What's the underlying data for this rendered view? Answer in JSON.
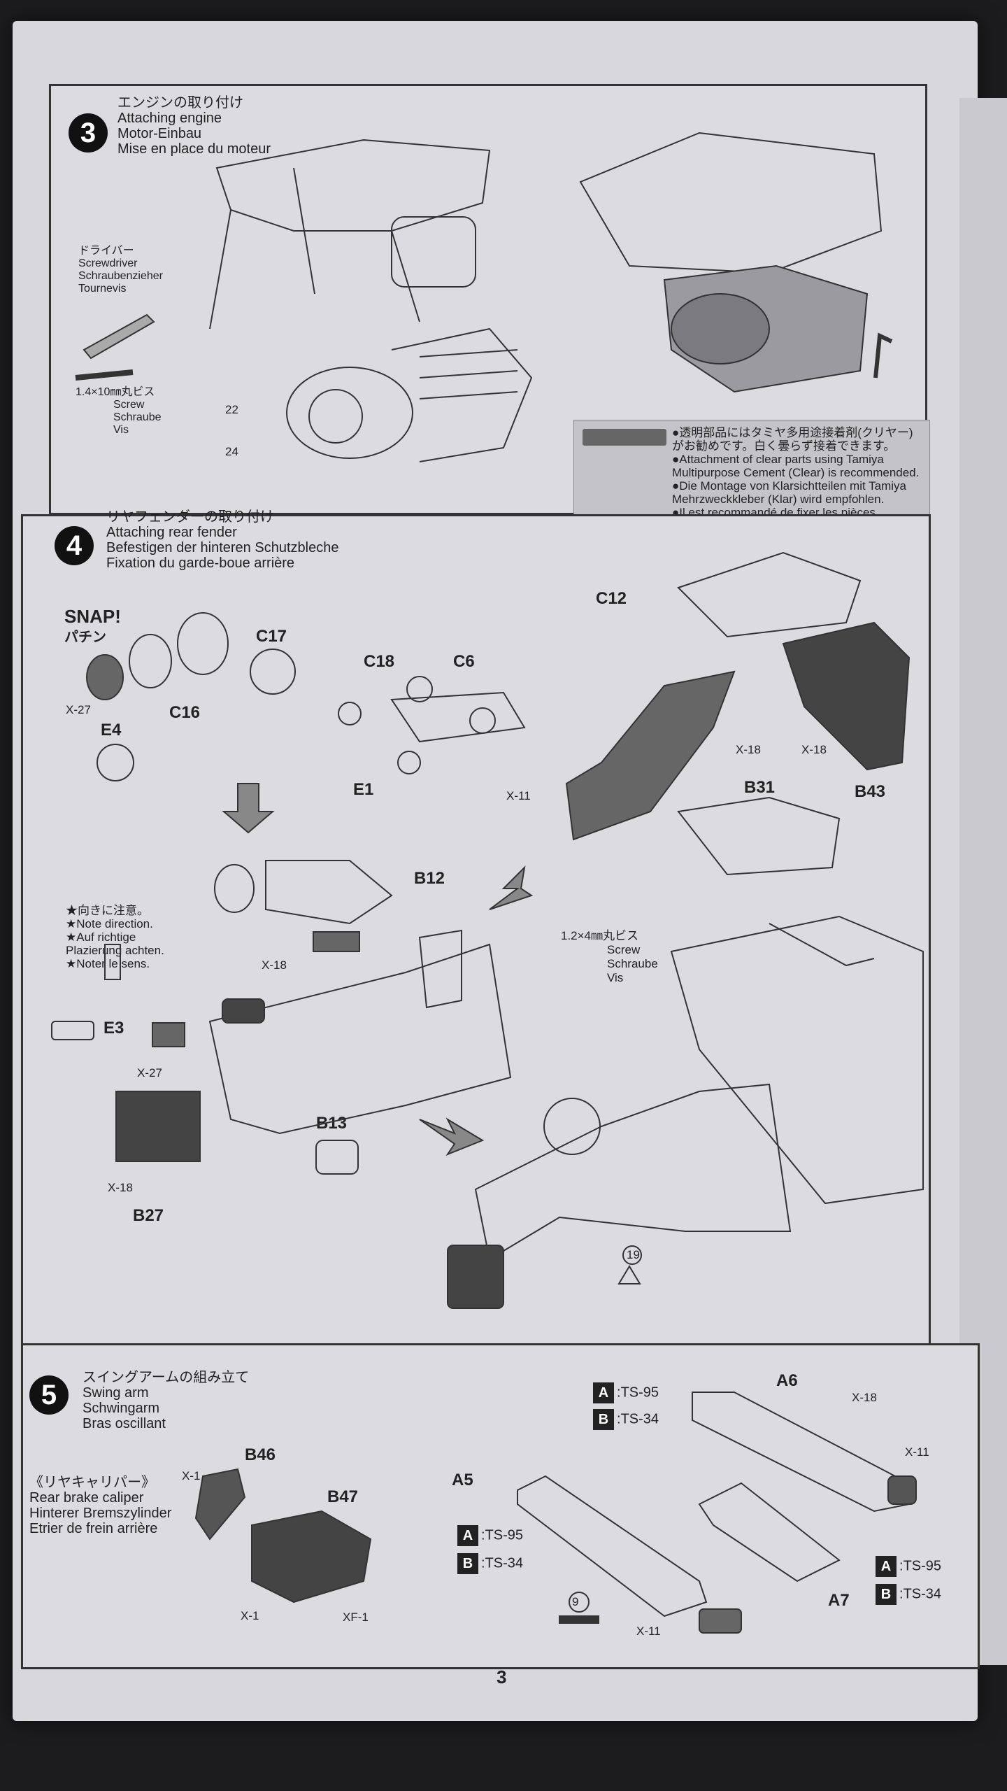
{
  "page_number": "3",
  "step3": {
    "number": "3",
    "title_jp": "エンジンの取り付け",
    "title_en": "Attaching engine",
    "title_de": "Motor-Einbau",
    "title_fr": "Mise en place du moteur",
    "tool_jp": "ドライバー",
    "tool_en": "Screwdriver",
    "tool_de": "Schraubenzieher",
    "tool_fr": "Tournevis",
    "screw_size": "1.4×10㎜丸ビス",
    "screw_en": "Screw",
    "screw_de": "Schraube",
    "screw_fr": "Vis",
    "ref_22": "22",
    "ref_24": "24",
    "note": {
      "jp": "●透明部品にはタミヤ多用途接着剤(クリヤー)がお勧めです。白く曇らず接着できます。",
      "en": "●Attachment of clear parts using Tamiya Multipurpose Cement (Clear) is recommended.",
      "de": "●Die Montage von Klarsichtteilen mit Tamiya Mehrzweckkleber (Klar) wird empfohlen.",
      "fr": "●Il est recommandé de fixer les pièces transparentes avec la Tamiya Multipurpose Cement (Clear)."
    }
  },
  "step4": {
    "number": "4",
    "title_jp": "リヤフェンダーの取り付け",
    "title_en": "Attaching rear fender",
    "title_de": "Befestigen der hinteren Schutzbleche",
    "title_fr": "Fixation du garde-boue arrière",
    "snap_en": "SNAP!",
    "snap_jp": "パチン",
    "direction_jp": "★向きに注意。",
    "direction_en": "★Note direction.",
    "direction_de": "★Auf richtige",
    "direction_de2": "Plazierung achten.",
    "direction_fr": "★Noter le sens.",
    "screw_size": "1.2×4㎜丸ビス",
    "screw_en": "Screw",
    "screw_de": "Schraube",
    "screw_fr": "Vis",
    "ref_19": "19",
    "parts": {
      "c17": "C17",
      "c16": "C16",
      "e4": "E4",
      "x27a": "X-27",
      "c18": "C18",
      "c6": "C6",
      "e1": "E1",
      "c12": "C12",
      "x18a": "X-18",
      "x18b": "X-18",
      "x11": "X-11",
      "b31": "B31",
      "b43": "B43",
      "b12": "B12",
      "x18c": "X-18",
      "e3": "E3",
      "x27b": "X-27",
      "b13": "B13",
      "x18d": "X-18",
      "b27": "B27"
    }
  },
  "step5": {
    "number": "5",
    "title_jp": "スイングアームの組み立て",
    "title_en": "Swing arm",
    "title_de": "Schwingarm",
    "title_fr": "Bras oscillant",
    "sub_jp": "《リヤキャリパー》",
    "sub_en": "Rear brake caliper",
    "sub_de": "Hinterer Bremszylinder",
    "sub_fr": "Etrier de frein arrière",
    "ref_9": "9",
    "parts": {
      "b46": "B46",
      "x1a": "X-1",
      "b47": "B47",
      "x1b": "X-1",
      "xf1": "XF-1",
      "a5": "A5",
      "a6": "A6",
      "a7": "A7",
      "x18": "X-18",
      "x11a": "X-11",
      "x11b": "X-11"
    },
    "paint": {
      "a_label": "A",
      "a_color": "TS-95",
      "b_label": "B",
      "b_color": "TS-34"
    }
  }
}
